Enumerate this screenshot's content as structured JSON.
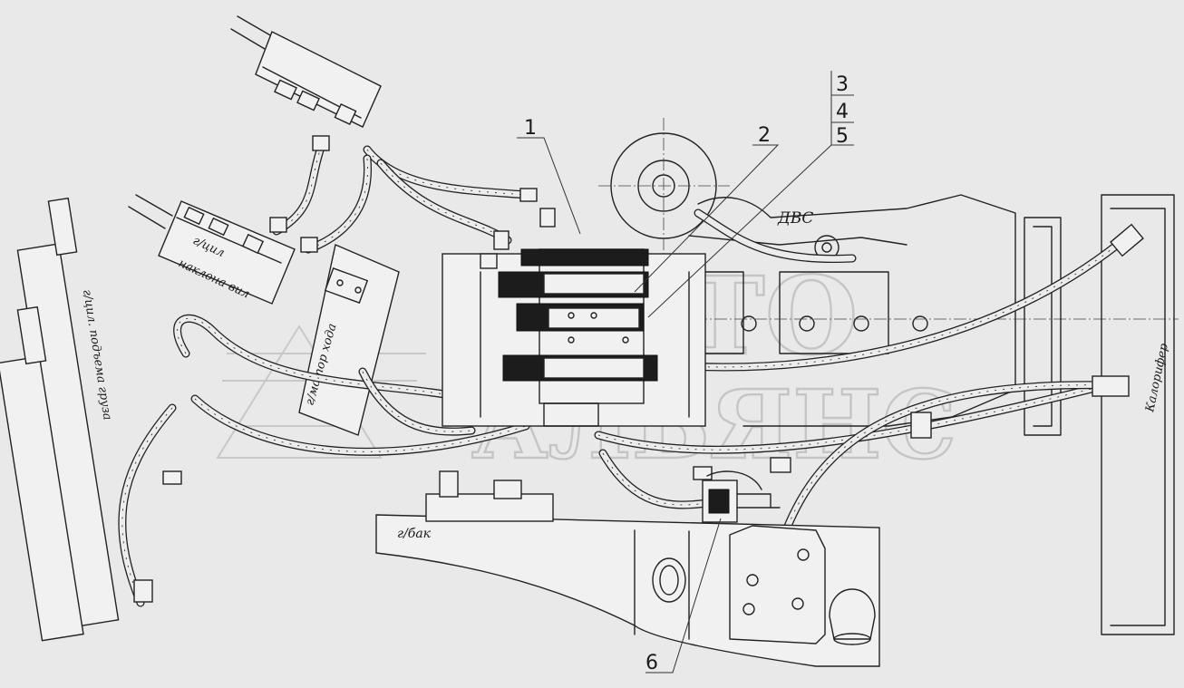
{
  "callouts": {
    "c1": "1",
    "c2": "2",
    "c3": "3",
    "c4": "4",
    "c5": "5",
    "c6": "6"
  },
  "labels": {
    "engine": "ДВС",
    "tank": "г/бак",
    "heater": "Калорифер",
    "travel_motor": "г/мотор хода",
    "tilt_cyl_line1": "г/цил",
    "tilt_cyl_line2": "наклона вил",
    "lift_cyl": "г/цил. подъема груза"
  },
  "watermark": {
    "line1": "АВТО",
    "line2": "АЛЬЯНС"
  }
}
